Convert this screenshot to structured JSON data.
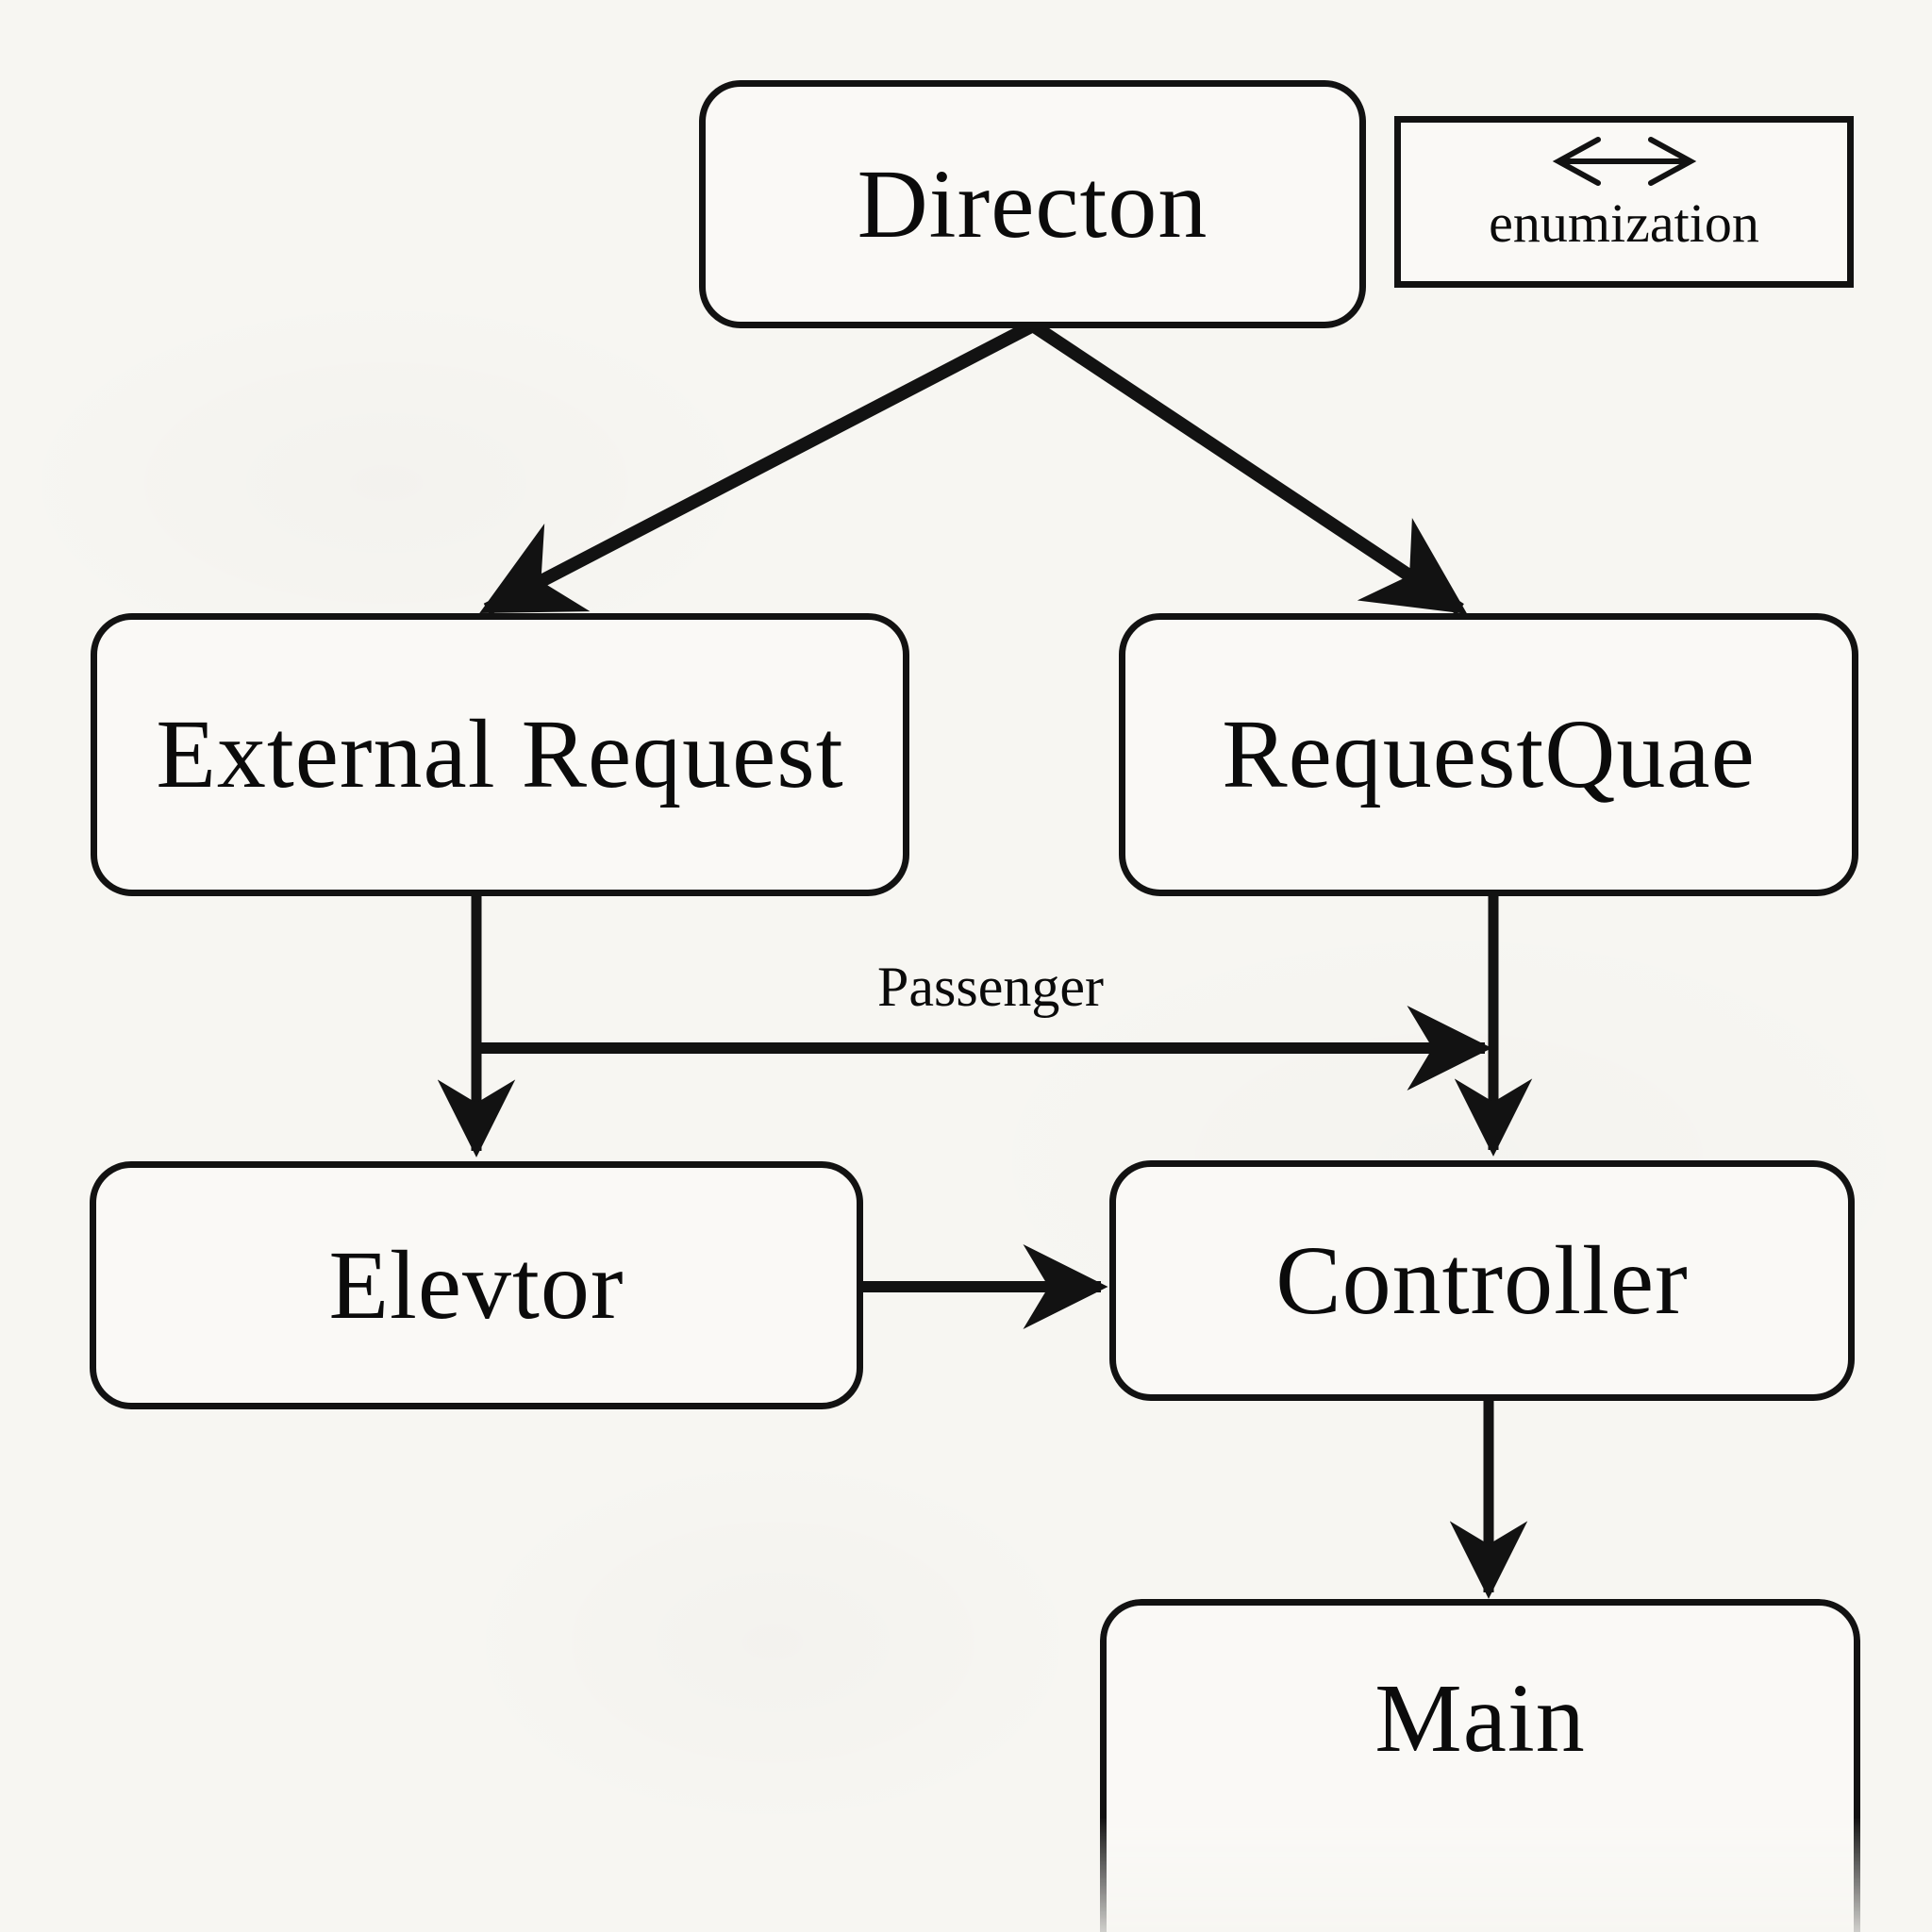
{
  "diagram": {
    "background_color": "#f7f6f2",
    "line_color": "#121212",
    "text_color": "#0b0b0b",
    "nodes": [
      {
        "id": "directon",
        "label": "Directon"
      },
      {
        "id": "external",
        "label": "External Request"
      },
      {
        "id": "requestquae",
        "label": "RequestQuae"
      },
      {
        "id": "elevtor",
        "label": "Elevtor"
      },
      {
        "id": "controller",
        "label": "Controller"
      },
      {
        "id": "main",
        "label": "Main"
      }
    ],
    "legend": {
      "symbol": "double-arrow-icon",
      "label": "enumization"
    },
    "edges": [
      {
        "from": "directon",
        "to": "external",
        "label": ""
      },
      {
        "from": "directon",
        "to": "requestquae",
        "label": ""
      },
      {
        "from": "external",
        "to": "elevtor",
        "label": ""
      },
      {
        "from": "requestquae",
        "to": "controller",
        "label": ""
      },
      {
        "from": "external",
        "to": "controller",
        "label": "Passenger"
      },
      {
        "from": "elevtor",
        "to": "controller",
        "label": ""
      },
      {
        "from": "controller",
        "to": "main",
        "label": ""
      }
    ],
    "edge_labels": {
      "passenger": "Passenger"
    }
  }
}
